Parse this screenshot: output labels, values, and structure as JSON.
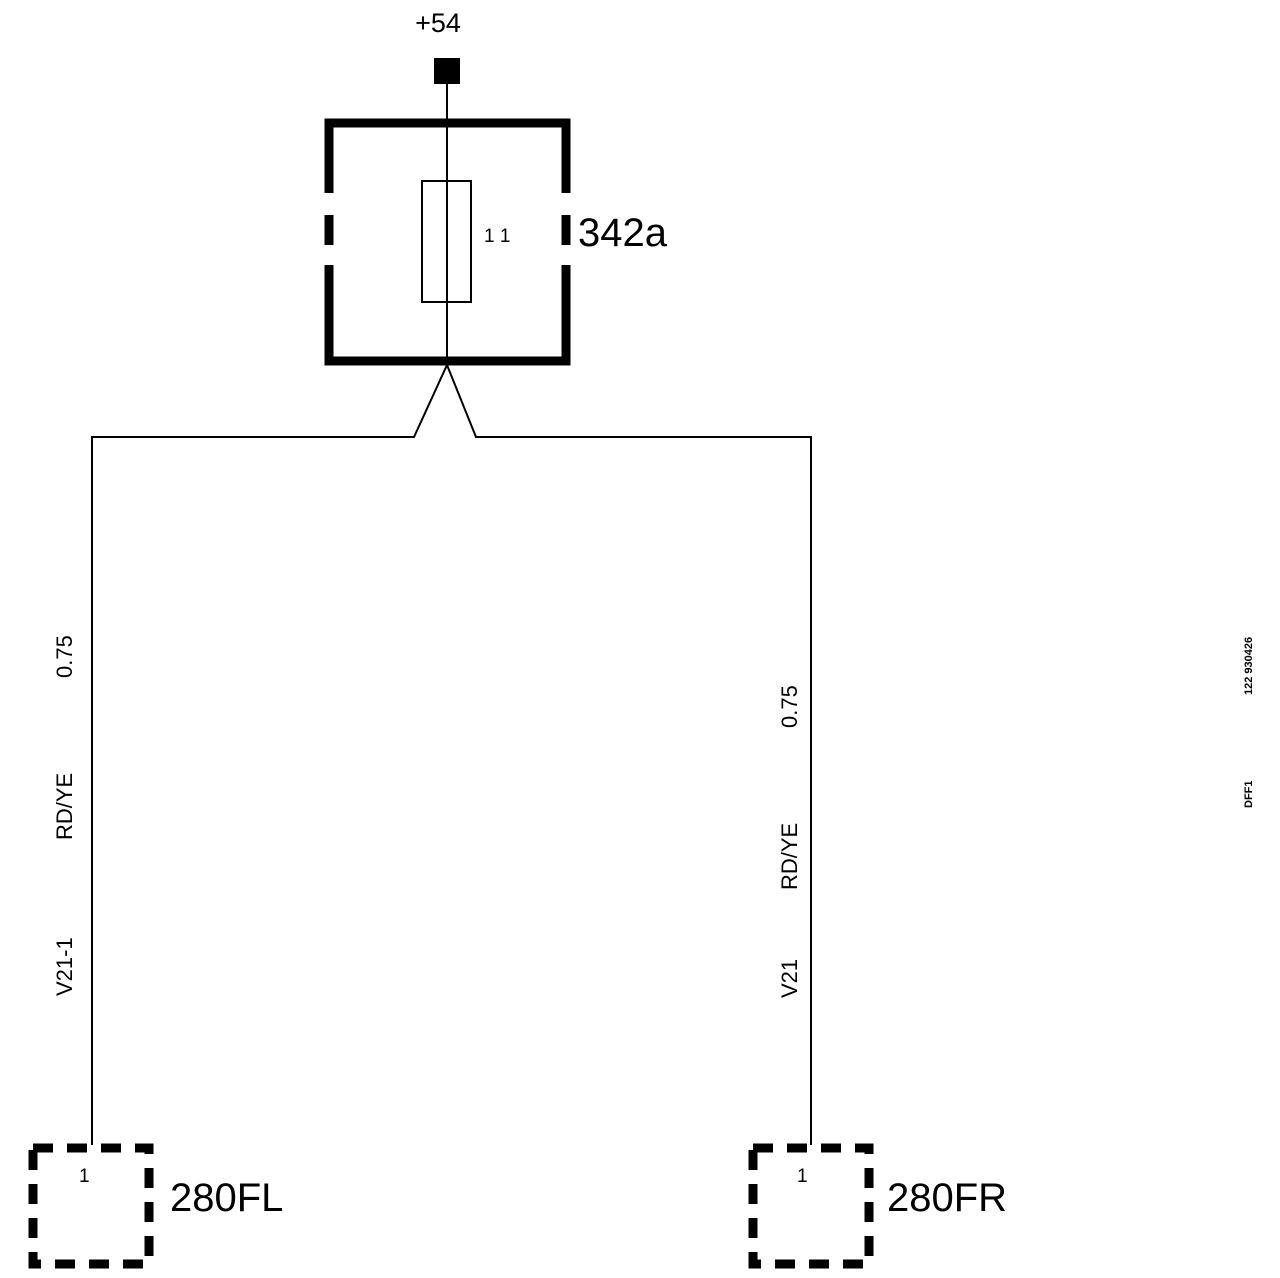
{
  "supply": {
    "label": "+54"
  },
  "fuse_box": {
    "id": "342a",
    "fuse_number": "1 1"
  },
  "wires": [
    {
      "name": "V21-1",
      "color": "RD/YE",
      "gauge": "0.75"
    },
    {
      "name": "V21",
      "color": "RD/YE",
      "gauge": "0.75"
    }
  ],
  "connectors": [
    {
      "id": "280FL",
      "pin": "1"
    },
    {
      "id": "280FR",
      "pin": "1"
    }
  ],
  "side_codes": {
    "drawing_number": "122 930426",
    "code": "DFF1"
  },
  "colors": {
    "line": "#000000",
    "background": "#ffffff"
  }
}
